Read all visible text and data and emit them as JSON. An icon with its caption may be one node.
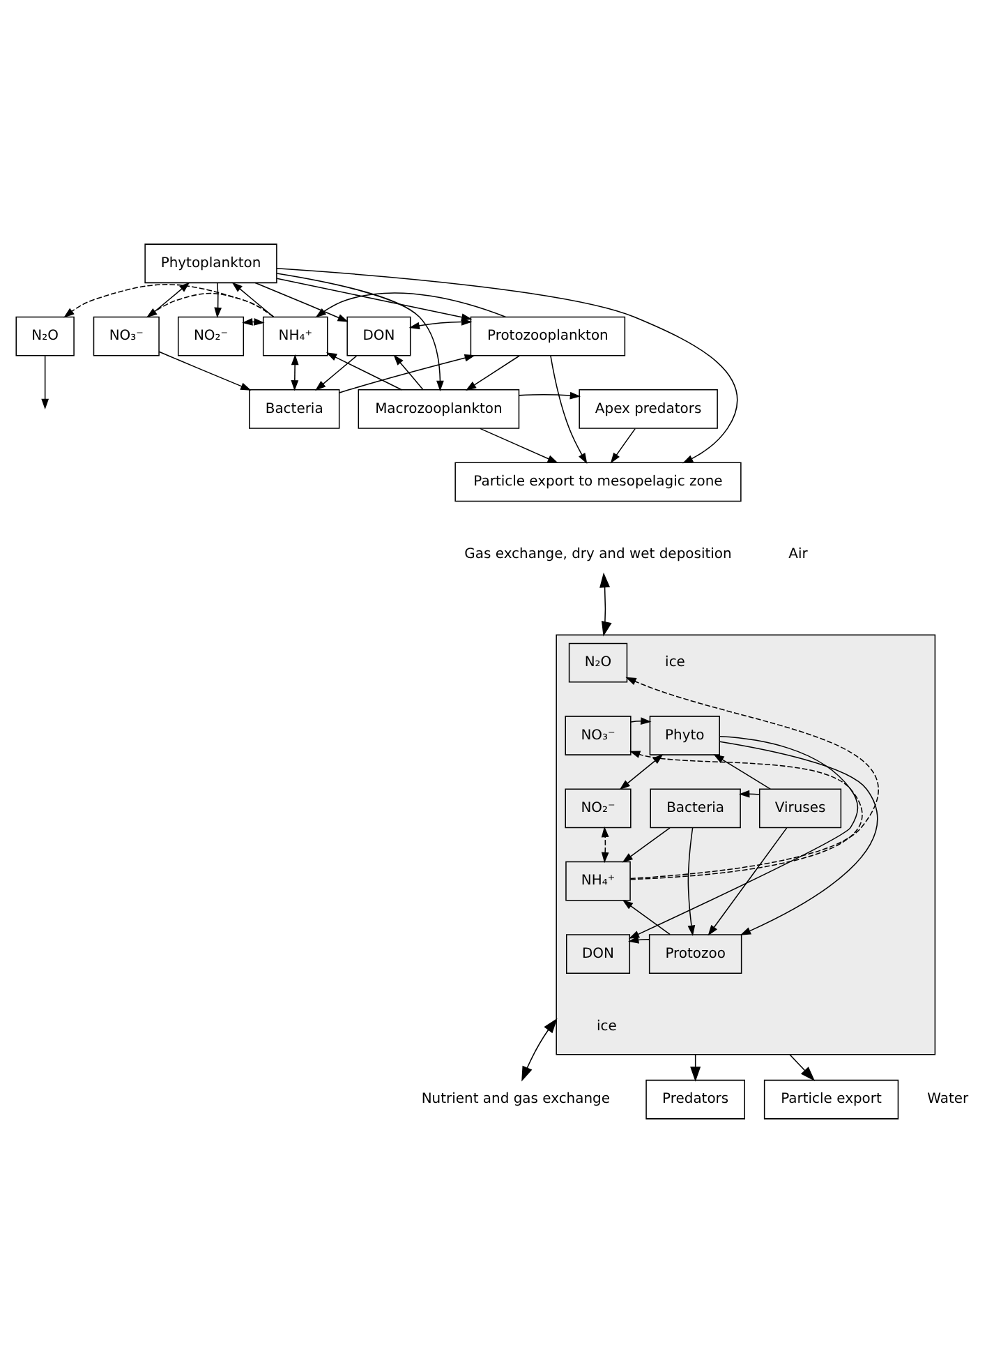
{
  "diagram": {
    "nodes": [
      {
        "text": [
          "Phytoplankton"
        ]
      },
      {
        "text": [
          "N₂O"
        ]
      },
      {
        "text": [
          "NO₃⁻"
        ]
      },
      {
        "text": [
          "NO₂⁻"
        ]
      },
      {
        "text": [
          "NH₄⁺"
        ]
      },
      {
        "text": [
          "DON"
        ]
      },
      {
        "text": [
          "Protozooplankton"
        ]
      },
      {
        "text": [
          "Bacteria"
        ]
      },
      {
        "text": [
          "Apex predators"
        ]
      },
      {
        "text": [
          "Macrozooplankton"
        ]
      },
      {
        "text": [
          "Particle export to mesopelagic zone"
        ]
      },
      {
        "text": [
          "Gas exchange, dry and wet deposition"
        ]
      },
      {
        "text": [],
        "shape": "box"
      },
      {
        "text": [
          "N₂O"
        ],
        "in": 12
      },
      {
        "text": [
          "NO₃⁻"
        ],
        "in": 12
      },
      {
        "text": [
          "NO₂⁻"
        ],
        "in": 12
      },
      {
        "text": [
          "NH₄⁺"
        ],
        "in": 12
      },
      {
        "text": [
          "DON"
        ],
        "in": 12
      },
      {
        "text": [
          "Phyto"
        ],
        "in": 12
      },
      {
        "text": [
          "Bacteria"
        ],
        "in": 12
      },
      {
        "text": [
          "Viruses"
        ],
        "in": 12
      },
      {
        "text": [
          "Protozoo"
        ],
        "in": 12
      },
      {
        "text": [
          "Nutrient and gas exchange"
        ]
      },
      {
        "text": [
          "Predators"
        ]
      },
      {
        "text": [
          "Particle export"
        ]
      }
    ],
    "edges": [
      {
        "from": 1,
        "to": null,
        "arrow": "to"
      },
      {
        "from": 0,
        "to": 10,
        "arrow": "to"
      },
      {
        "from": 0,
        "to": 9,
        "arrow": "to"
      },
      {
        "from": 0,
        "to": 6,
        "arrow": "to"
      },
      {
        "from": 0,
        "to": 5,
        "arrow": "to"
      },
      {
        "from": 2,
        "to": 0,
        "arrow": "to"
      },
      {
        "from": 0,
        "to": 3,
        "arrow": "to"
      },
      {
        "from": 4,
        "to": 0,
        "arrow": "to"
      },
      {
        "from": 6,
        "to": 4,
        "arrow": "to"
      },
      {
        "from": 5,
        "to": 6,
        "arrow": "both"
      },
      {
        "from": 6,
        "to": 10,
        "arrow": "to"
      },
      {
        "from": 4,
        "to": 1,
        "arrow": "to",
        "style": "dashed"
      },
      {
        "from": 4,
        "to": 2,
        "arrow": "to",
        "style": "dashed"
      },
      {
        "from": 4,
        "to": 3,
        "arrow": "both",
        "style": "dashed"
      },
      {
        "from": 4,
        "to": 7,
        "arrow": "both"
      },
      {
        "from": 2,
        "to": 7,
        "arrow": "to"
      },
      {
        "from": 5,
        "to": 7,
        "arrow": "to"
      },
      {
        "from": 9,
        "to": 5,
        "arrow": "to"
      },
      {
        "from": 7,
        "to": 6,
        "arrow": "to"
      },
      {
        "from": 6,
        "to": 9,
        "arrow": "to"
      },
      {
        "from": 9,
        "to": 4,
        "arrow": "to"
      },
      {
        "from": 9,
        "to": 8,
        "arrow": "to"
      },
      {
        "from": 8,
        "to": 10,
        "arrow": "to"
      },
      {
        "from": 9,
        "to": 10,
        "arrow": "to"
      },
      {
        "from": 11,
        "to": 12,
        "arrow": "both"
      },
      {
        "from": 16,
        "to": 13,
        "arrow": "to",
        "style": "dashed"
      },
      {
        "from": 16,
        "to": 14,
        "arrow": "to",
        "style": "dashed"
      },
      {
        "from": 16,
        "to": 15,
        "arrow": "both",
        "style": "dashed"
      },
      {
        "from": 14,
        "to": 18,
        "arrow": "to"
      },
      {
        "from": 15,
        "to": 18,
        "arrow": "both"
      },
      {
        "from": 18,
        "to": 21,
        "arrow": "to"
      },
      {
        "from": 19,
        "to": 21,
        "arrow": "to"
      },
      {
        "from": 19,
        "to": 16,
        "arrow": "to"
      },
      {
        "from": 21,
        "to": 16,
        "arrow": "to"
      },
      {
        "from": 21,
        "to": 17,
        "arrow": "to"
      },
      {
        "from": 18,
        "to": 17,
        "arrow": "to"
      },
      {
        "from": 20,
        "to": 18,
        "arrow": "to"
      },
      {
        "from": 20,
        "to": 19,
        "arrow": "to"
      },
      {
        "from": 20,
        "to": 21,
        "arrow": "to"
      },
      {
        "from": 12,
        "to": 22,
        "arrow": "both"
      },
      {
        "from": 12,
        "to": 23,
        "arrow": "to"
      },
      {
        "from": 12,
        "to": 24,
        "arrow": "to"
      }
    ],
    "labels": [
      "Air",
      "ice",
      "ice",
      "Water"
    ]
  }
}
